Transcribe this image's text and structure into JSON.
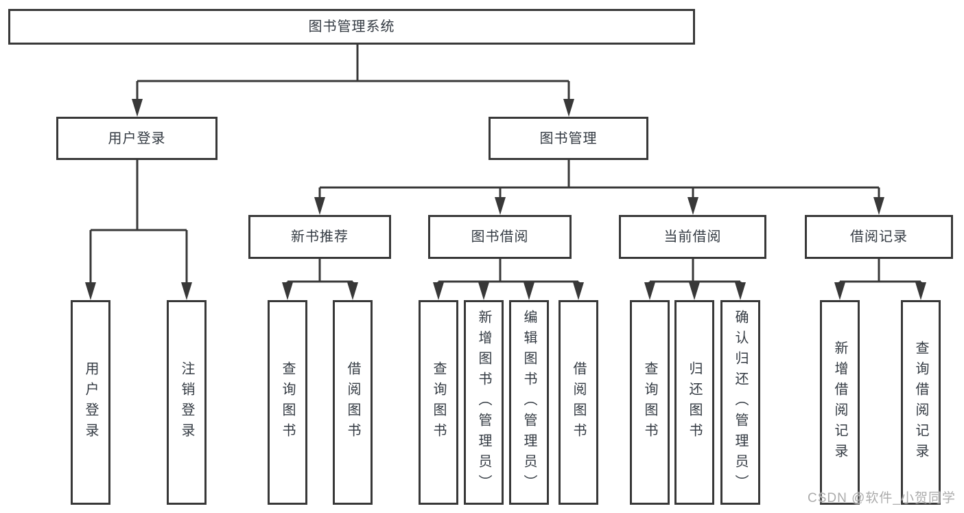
{
  "tree": {
    "root": {
      "label": "图书管理系统",
      "children": [
        {
          "label": "用户登录",
          "children": [
            {
              "label": "用户登录"
            },
            {
              "label": "注销登录"
            }
          ]
        },
        {
          "label": "图书管理",
          "children": [
            {
              "label": "新书推荐",
              "children": [
                {
                  "label": "查询图书"
                },
                {
                  "label": "借阅图书"
                }
              ]
            },
            {
              "label": "图书借阅",
              "children": [
                {
                  "label": "查询图书"
                },
                {
                  "label": "新增图书（管理员）"
                },
                {
                  "label": "编辑图书（管理员）"
                },
                {
                  "label": "借阅图书"
                }
              ]
            },
            {
              "label": "当前借阅",
              "children": [
                {
                  "label": "查询图书"
                },
                {
                  "label": "归还图书"
                },
                {
                  "label": "确认归还（管理员）"
                }
              ]
            },
            {
              "label": "借阅记录",
              "children": [
                {
                  "label": "新增借阅记录"
                },
                {
                  "label": "查询借阅记录"
                }
              ]
            }
          ]
        }
      ]
    }
  },
  "watermark": {
    "text": "CSDN @软件_小贺同学"
  },
  "colors": {
    "line": "#383838",
    "box_border": "#383838",
    "text": "#333a42",
    "watermark": "#ababab",
    "background": "#ffffff"
  }
}
